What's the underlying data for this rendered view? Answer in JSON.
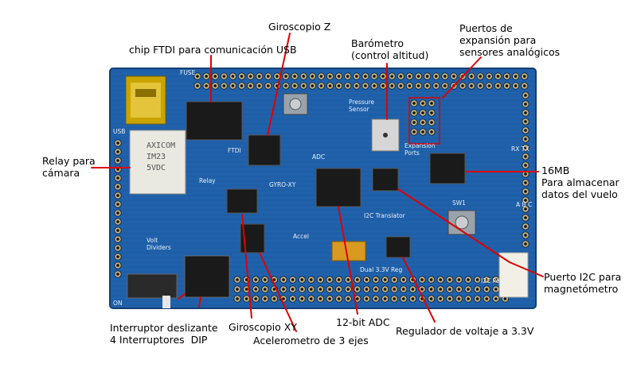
{
  "labels": {
    "giroscopio_z": "Giroscopio Z",
    "ftdi": "chip FTDI para comunicación USB",
    "barometro": "Barómetro\n(control altitud)",
    "puertos_expansion": "Puertos de\nexpansión para\nsensores analógicos",
    "relay": "Relay para\ncámara",
    "memoria": "16MB\nPara almacenar\ndatos del vuelo",
    "puerto_i2c": "Puerto I2C para\nmagnetómetro",
    "interruptores": "Interruptor deslizante\n4 Interruptores  DIP",
    "giroscopio_xy": "Giroscopio XY",
    "adc": "12-bit ADC",
    "acelerometro": "Acelerometro de 3 ejes",
    "regulador": "Regulador de voltaje a 3.3V"
  },
  "board": {
    "silkscreen": {
      "fuse": "FUSE",
      "usb": "USB",
      "ftdi": "FTDI",
      "relay": "Relay",
      "pressure": "Pressure\nSensor",
      "expansion": "Expansion\nPorts",
      "adc": "ADC",
      "i2c_translator": "I2C Translator",
      "gyro_xy": "GYRO-XY",
      "accel": "Accel",
      "volt_dividers": "Volt\nDividers",
      "dual_reg": "Dual 3.3V Reg",
      "i2c_port": "I2C Port",
      "sw1": "SW1",
      "rxtx": "RX TX",
      "abc": "A B C",
      "on": "ON"
    },
    "relay_text": "AXICOM\nIM23\n5VDC",
    "colors": {
      "pcb": "#1f5fa8",
      "pcb_dark": "#164a86",
      "pin": "#111111",
      "pad": "#c9b07a",
      "annot": "#e00000"
    }
  }
}
